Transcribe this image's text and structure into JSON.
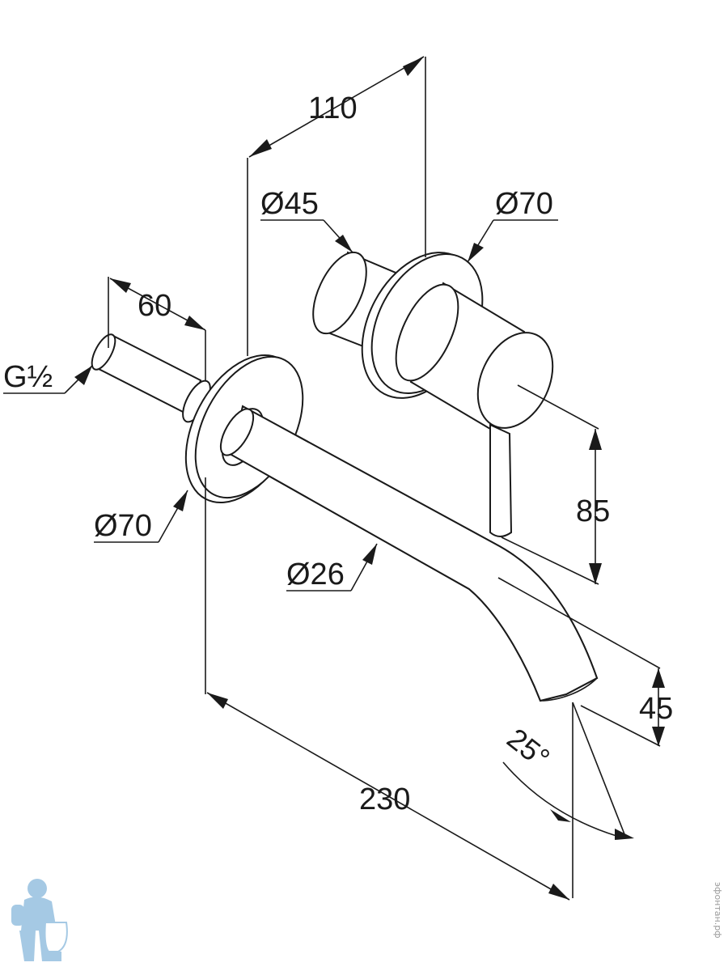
{
  "dimensions": {
    "depth_110": "110",
    "dia_cartridge": "Ø45",
    "dia_handle_rosette": "Ø70",
    "depth_60": "60",
    "thread": "G½",
    "dia_spout_rosette": "Ø70",
    "dia_spout": "Ø26",
    "height_85": "85",
    "height_45": "45",
    "angle": "25°",
    "projection_230": "230"
  },
  "watermark": {
    "text": "эфонтан.рф",
    "mascot_icon": "plumber-mascot-icon"
  },
  "colors": {
    "line": "#1a1a1a",
    "background": "#ffffff",
    "mascot": "#7fb3d9"
  }
}
